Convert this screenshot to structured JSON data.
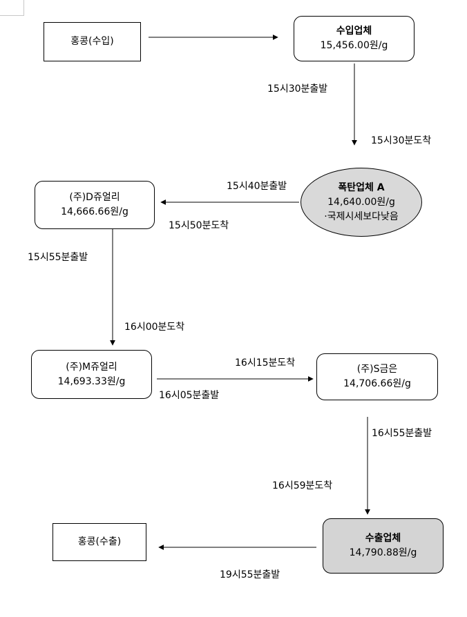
{
  "nodes": {
    "hk_import": {
      "label": "홍콩(수입)"
    },
    "importer": {
      "title": "수입업체",
      "price": "15,456.00원/g"
    },
    "bomb_a": {
      "title": "폭탄업체 A",
      "price": "14,640.00원/g",
      "note": "·국제시세보다낮음"
    },
    "d_jewelry": {
      "title": "(주)D쥬얼리",
      "price": "14,666.66원/g"
    },
    "m_jewelry": {
      "title": "(주)M쥬얼리",
      "price": "14,693.33원/g"
    },
    "s_gold": {
      "title": "(주)S금은",
      "price": "14,706.66원/g"
    },
    "exporter": {
      "title": "수출업체",
      "price": "14,790.88원/g"
    },
    "hk_export": {
      "label": "홍콩(수출)"
    }
  },
  "labels": {
    "t1530_depart": "15시30분출발",
    "t1530_arrive": "15시30분도착",
    "t1540_depart": "15시40분출발",
    "t1550_arrive": "15시50분도착",
    "t1555_depart": "15시55분출발",
    "t1600_arrive": "16시00분도착",
    "t1615_arrive": "16시15분도착",
    "t1605_depart": "16시05분출발",
    "t1655_depart": "16시55분출발",
    "t1659_arrive": "16시59분도착",
    "t1955_depart": "19시55분출발"
  }
}
